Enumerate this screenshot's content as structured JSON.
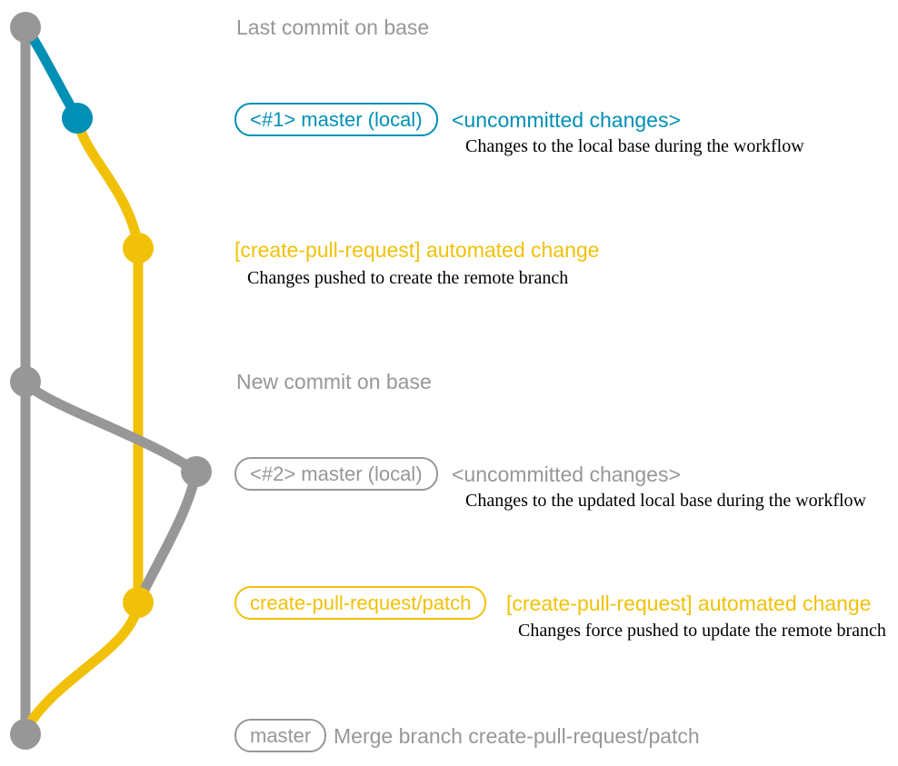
{
  "colors": {
    "base_gray": "#979797",
    "local_teal": "#008fb5",
    "patch_yellow": "#f1c109",
    "note_black": "#000000",
    "background": "#ffffff"
  },
  "rows": [
    {
      "message": "Last commit on base"
    },
    {
      "badge": "<#1> master (local)",
      "message": "<uncommitted changes>",
      "note": "Changes to the local base during the workflow"
    },
    {
      "message": "[create-pull-request] automated change",
      "note": "Changes pushed to create the remote branch"
    },
    {
      "message": "New commit on base"
    },
    {
      "badge": "<#2> master (local)",
      "message": "<uncommitted changes>",
      "note": "Changes to the updated local base during the workflow"
    },
    {
      "badge": "create-pull-request/patch",
      "message": "[create-pull-request] automated change",
      "note": "Changes force pushed to update the remote branch"
    },
    {
      "badge": "master",
      "message": "Merge branch create-pull-request/patch"
    }
  ]
}
